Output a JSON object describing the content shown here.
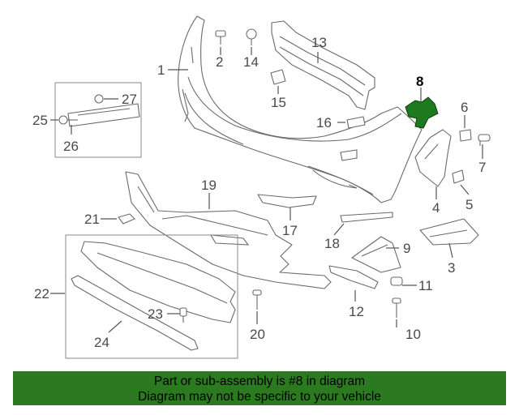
{
  "diagram": {
    "highlighted_part": "8",
    "callouts": {
      "c1": "1",
      "c2": "2",
      "c3": "3",
      "c4": "4",
      "c5": "5",
      "c6": "6",
      "c7": "7",
      "c8": "8",
      "c9": "9",
      "c10": "10",
      "c11": "11",
      "c12": "12",
      "c13": "13",
      "c14": "14",
      "c15": "15",
      "c16": "16",
      "c17": "17",
      "c18": "18",
      "c19": "19",
      "c20": "20",
      "c21": "21",
      "c22": "22",
      "c23": "23",
      "c24": "24",
      "c25": "25",
      "c26": "26",
      "c27": "27"
    }
  },
  "footer": {
    "line1": "Part or sub-assembly is #8 in diagram",
    "line2": "Diagram may not be specific to your vehicle"
  },
  "colors": {
    "highlight": "#1e7a1e",
    "footer_bg": "#2b7a20"
  }
}
